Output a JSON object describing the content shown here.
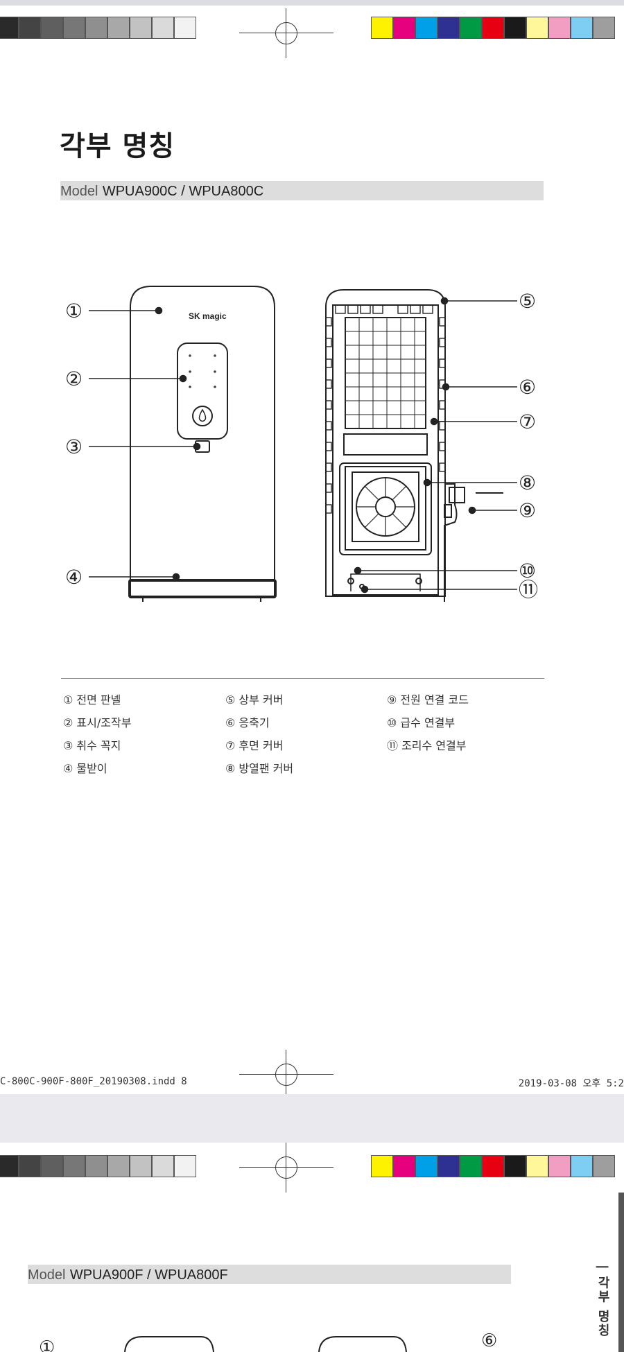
{
  "page1": {
    "title": "각부 명칭",
    "model_label": "Model",
    "model_value": "WPUA900C / WPUA800C",
    "brand_logo": "SK magic",
    "callouts": [
      "①",
      "②",
      "③",
      "④",
      "⑤",
      "⑥",
      "⑦",
      "⑧",
      "⑨",
      "⑩",
      "⑪"
    ],
    "legend": {
      "col1": [
        "① 전면 판넬",
        "② 표시/조작부",
        "③ 취수 꼭지",
        "④ 물받이"
      ],
      "col2": [
        "⑤ 상부 커버",
        "⑥ 응축기",
        "⑦ 후면 커버",
        "⑧ 방열팬 커버"
      ],
      "col3": [
        "⑨ 전원 연결 코드",
        "⑩ 급수 연결부",
        "⑪ 조리수 연결부"
      ]
    },
    "footer_file": "C-800C-900F-800F_20190308.indd   8",
    "footer_date": "2019-03-08   오후 5:2"
  },
  "page2": {
    "model_label": "Model",
    "model_value": "WPUA900F / WPUA800F",
    "side_tab_text": "| 각부 명칭",
    "callouts_visible": [
      "①",
      "⑥"
    ]
  },
  "colors": {
    "swatch_gray": [
      "#2a2a2a",
      "#444444",
      "#5f5f5f",
      "#777777",
      "#8f8f8f",
      "#a8a8a8",
      "#c2c2c2",
      "#dadada",
      "#f2f2f2"
    ],
    "swatch_color": [
      "#fff200",
      "#e6007e",
      "#00a0e9",
      "#2e3192",
      "#009944",
      "#e60012",
      "#1a1a1a",
      "#fff799",
      "#f19ec2",
      "#7ecef4",
      "#9e9e9e"
    ]
  }
}
